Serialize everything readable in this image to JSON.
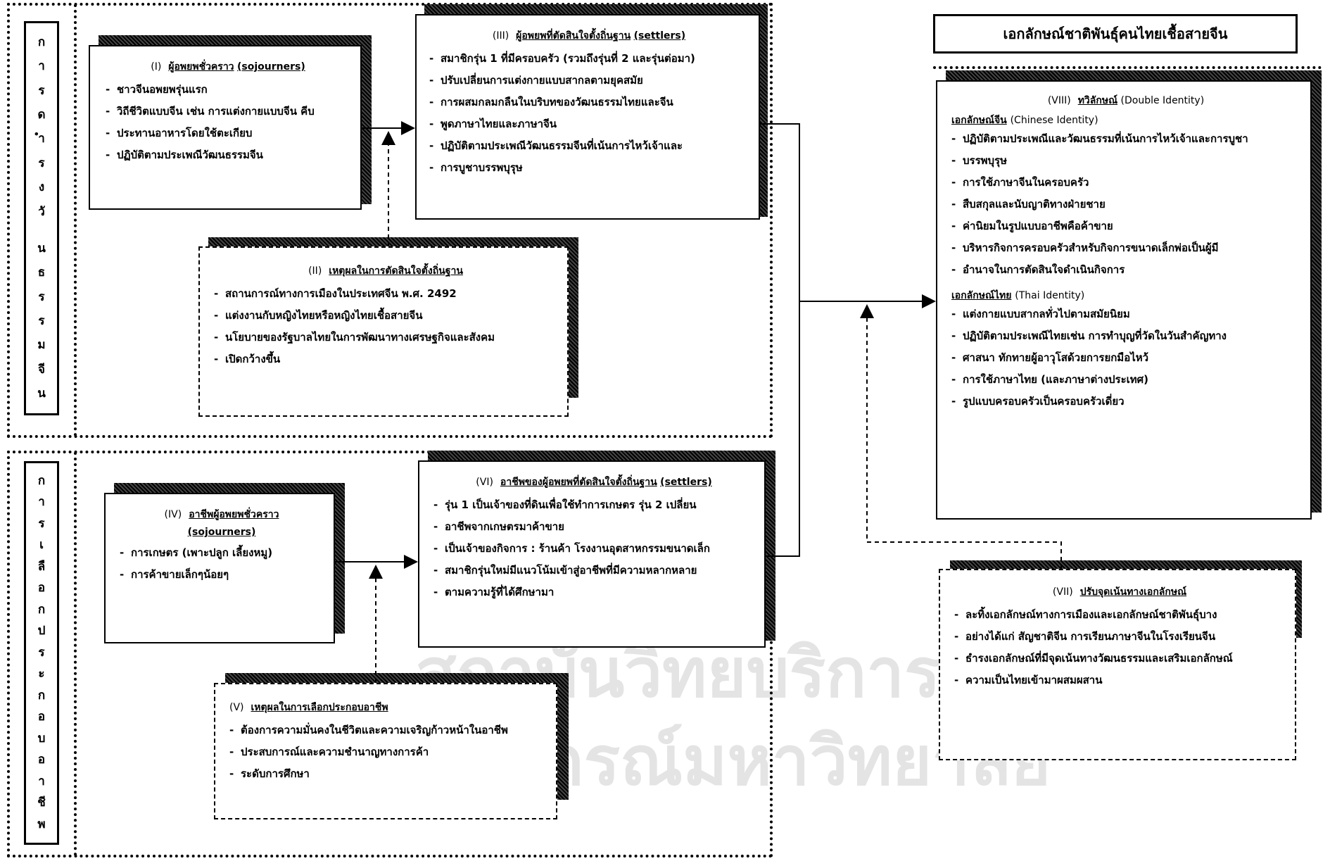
{
  "left_labels": {
    "top": [
      "ก",
      "า",
      "ร",
      "ด",
      "ำ",
      "ร",
      "ง",
      "วั",
      " ",
      "น",
      "ธ",
      "ร",
      "ร",
      "ม",
      "จี",
      "น"
    ],
    "bottom": [
      "ก",
      "า",
      "ร",
      "เ",
      "ลื",
      "อ",
      "ก",
      "ป",
      "ร",
      "ะ",
      "ก",
      "อ",
      "บ",
      "อ",
      "า",
      "ชี",
      "พ"
    ]
  },
  "box_I": {
    "num": "(I)",
    "title": "ผู้อพยพชั่วคราว",
    "title_en": "(sojourners)",
    "items": [
      "ชาวจีนอพยพรุ่นแรก",
      "วิถีชีวิตแบบจีน เช่น การแต่งกายแบบจีน คีบ",
      "ประทานอาหารโดยใช้ตะเกียบ",
      "ปฏิบัติตามประเพณีวัฒนธรรมจีน"
    ]
  },
  "box_II": {
    "num": "(II)",
    "title": "เหตุผลในการตัดสินใจตั้งถิ่นฐาน",
    "items": [
      "สถานการณ์ทางการเมืองในประเทศจีน พ.ศ. 2492",
      "แต่งงานกับหญิงไทยหรือหญิงไทยเชื้อสายจีน",
      "นโยบายของรัฐบาลไทยในการพัฒนาทางเศรษฐกิจและสังคม",
      "เปิดกว้างขึ้น"
    ]
  },
  "box_III": {
    "num": "(III)",
    "title": "ผู้อพยพที่ตัดสินใจตั้งถิ่นฐาน",
    "title_en": "(settlers)",
    "items": [
      "สมาชิกรุ่น 1 ที่มีครอบครัว (รวมถึงรุ่นที่ 2 และรุ่นต่อมา)",
      "ปรับเปลี่ยนการแต่งกายแบบสากลตามยุคสมัย",
      "การผสมกลมกลืนในบริบทของวัฒนธรรมไทยและจีน",
      "พูดภาษาไทยและภาษาจีน",
      "ปฏิบัติตามประเพณีวัฒนธรรมจีนที่เน้นการไหว้เจ้าและ",
      "การบูชาบรรพบุรุษ"
    ]
  },
  "box_IV": {
    "num": "(IV)",
    "title": "อาชีพผู้อพยพชั่วคราว",
    "title_en": "(sojourners)",
    "items": [
      "การเกษตร (เพาะปลูก เลี้ยงหมู)",
      "การค้าขายเล็กๆน้อยๆ"
    ]
  },
  "box_V": {
    "num": "(V)",
    "title": "เหตุผลในการเลือกประกอบอาชีพ",
    "items": [
      "ต้องการความมั่นคงในชีวิตและความเจริญก้าวหน้าในอาชีพ",
      "ประสบการณ์และความชำนาญทางการค้า",
      "ระดับการศึกษา"
    ]
  },
  "box_VI": {
    "num": "(VI)",
    "title": "อาชีพของผู้อพยพที่ตัดสินใจตั้งถิ่นฐาน",
    "title_en": "(settlers)",
    "items": [
      "รุ่น 1 เป็นเจ้าของที่ดินเพื่อใช้ทำการเกษตร รุ่น 2 เปลี่ยน",
      "อาชีพจากเกษตรมาค้าขาย",
      "เป็นเจ้าของกิจการ : ร้านค้า โรงงานอุตสาหกรรมขนาดเล็ก",
      "สมาชิกรุ่นใหม่มีแนวโน้มเข้าสู่อาชีพที่มีความหลากหลาย",
      "ตามความรู้ที่ได้ศึกษามา"
    ]
  },
  "box_VII": {
    "num": "(VII)",
    "title": "ปรับจุดเน้นทางเอกลักษณ์",
    "items": [
      "ละทิ้งเอกลักษณ์ทางการเมืองและเอกลักษณ์ชาติพันธุ์บาง",
      "อย่างได้แก่ สัญชาติจีน การเรียนภาษาจีนในโรงเรียนจีน",
      "ธำรงเอกลักษณ์ที่มีจุดเน้นทางวัฒนธรรมและเสริมเอกลักษณ์",
      "ความเป็นไทยเข้ามาผสมผสาน"
    ]
  },
  "top_right_title": "เอกลักษณ์ชาติพันธุ์คนไทยเชื้อสายจีน",
  "box_VIII": {
    "num": "(VIII)",
    "title": "ทวิลักษณ์",
    "title_en": "(Double Identity)",
    "chinese_heading": "เอกลักษณ์จีน",
    "chinese_heading_en": "(Chinese Identity)",
    "chinese_items": [
      "ปฏิบัติตามประเพณีและวัฒนธรรมที่เน้นการไหว้เจ้าและการบูชา",
      "บรรพบุรุษ",
      "การใช้ภาษาจีนในครอบครัว",
      "สืบสกุลและนับญาติทางฝ่ายชาย",
      "ค่านิยมในรูปแบบอาชีพคือค้าขาย",
      "บริหารกิจการครอบครัวสำหรับกิจการขนาดเล็กพ่อเป็นผู้มี",
      "อำนาจในการตัดสินใจดำเนินกิจการ"
    ],
    "thai_heading": "เอกลักษณ์ไทย",
    "thai_heading_en": "(Thai Identity)",
    "thai_items": [
      "แต่งกายแบบสากลทั่วไปตามสมัยนิยม",
      "ปฏิบัติตามประเพณีไทยเช่น การทำบุญที่วัดในวันสำคัญทาง",
      "ศาสนา ทักทายผู้อาวุโสด้วยการยกมือไหว้",
      "การใช้ภาษาไทย (และภาษาต่างประเทศ)",
      "รูปแบบครอบครัวเป็นครอบครัวเดี่ยว"
    ]
  },
  "watermark": [
    "สถาบันวิทยบริการ",
    "จุฬาลงกรณ์มหาวิทยาลัย"
  ]
}
